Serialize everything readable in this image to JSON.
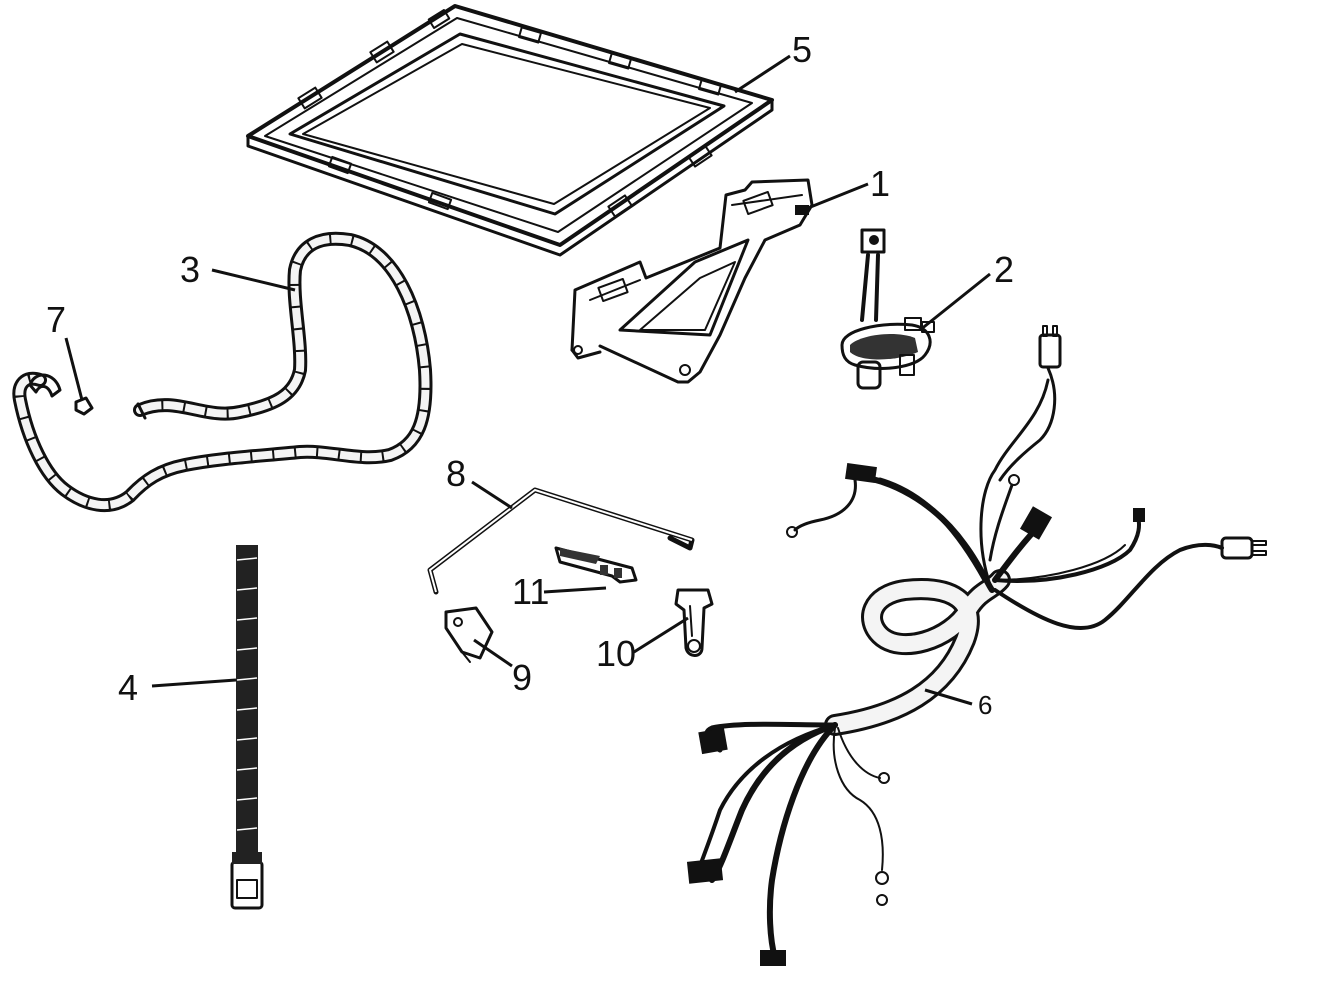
{
  "labels": {
    "p1": "1",
    "p2": "2",
    "p3": "3",
    "p4": "4",
    "p5": "5",
    "p6": "6",
    "p7": "7",
    "p8": "8",
    "p9": "9",
    "p10": "10",
    "p11": "11"
  },
  "colors": {
    "ink": "#111111",
    "background": "#ffffff",
    "hose_fill": "#f4f4f4",
    "hose_dark": "#222222"
  }
}
